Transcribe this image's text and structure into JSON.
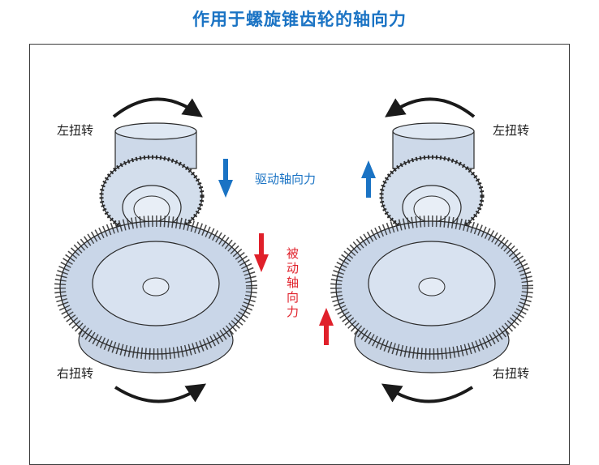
{
  "title": "作用于螺旋锥齿轮的轴向力",
  "labels": {
    "top_left": "左扭转",
    "top_right": "左扭转",
    "bottom_left": "右扭转",
    "bottom_right": "右扭转",
    "drive_axial_force": "驱动轴向力",
    "driven_axial_force": "被动轴向力"
  },
  "colors": {
    "title": "#1a73c4",
    "drive": "#1a73c4",
    "driven": "#e0202a",
    "gear_fill": "#d6e1ef",
    "gear_stroke": "#2a2a2a"
  },
  "icons": {
    "rotation_arrow": "curved-arrow-icon",
    "force_arrow": "straight-arrow-icon"
  }
}
